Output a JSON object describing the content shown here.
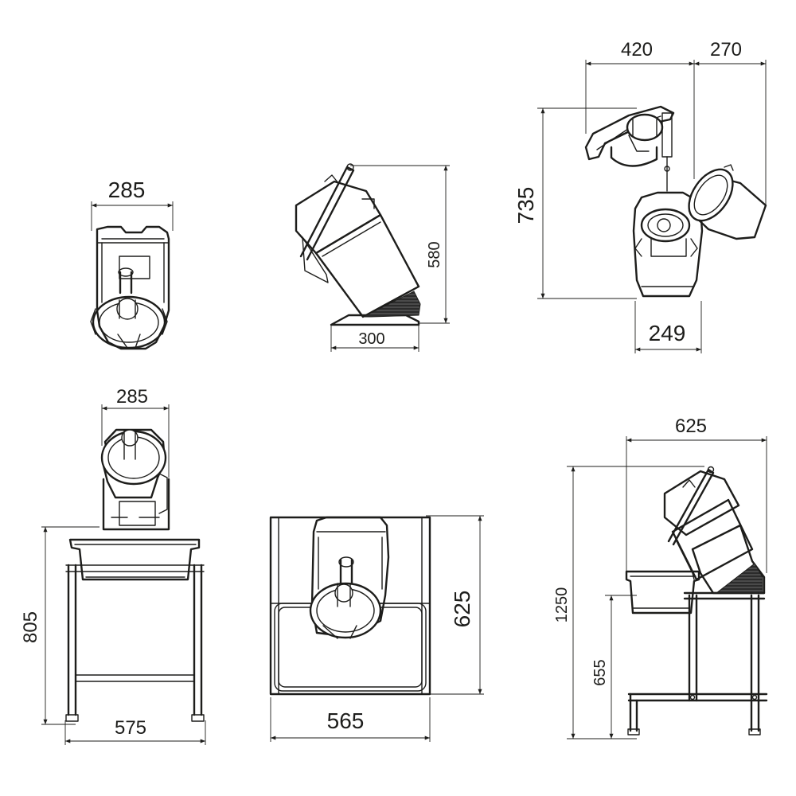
{
  "views": {
    "top_left": {
      "dim_width": "285"
    },
    "top_center": {
      "dim_height": "580",
      "dim_width": "300"
    },
    "top_right": {
      "dim_width_a": "420",
      "dim_width_b": "270",
      "dim_height": "735",
      "dim_width_base": "249"
    },
    "bottom_left": {
      "dim_width_top": "285",
      "dim_height": "805",
      "dim_width_base": "575"
    },
    "bottom_center": {
      "dim_height": "625",
      "dim_width": "565"
    },
    "bottom_right": {
      "dim_width_top": "625",
      "dim_height_total": "1250",
      "dim_height_table": "655"
    }
  }
}
